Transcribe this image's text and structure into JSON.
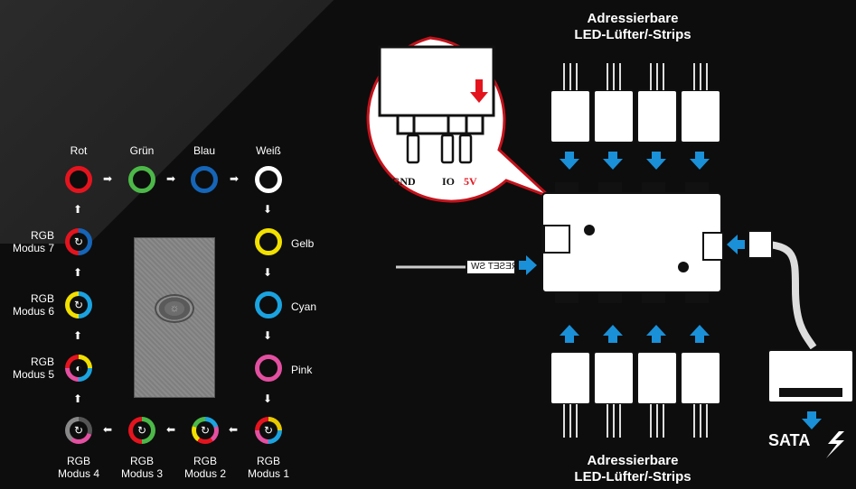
{
  "colors": {
    "red": "#e4141e",
    "green": "#4cb848",
    "blue": "#1565b8",
    "white": "#ffffff",
    "yellow": "#f2e000",
    "cyan": "#1aa3e0",
    "pink": "#e34fa1",
    "accent_blue": "#1a90d8"
  },
  "top_row": [
    {
      "label": "Rot",
      "color": "#e4141e"
    },
    {
      "label": "Grün",
      "color": "#4cb848"
    },
    {
      "label": "Blau",
      "color": "#1565b8"
    },
    {
      "label": "Weiß",
      "color": "#ffffff"
    }
  ],
  "right_col": [
    {
      "label": "Gelb",
      "color": "#f2e000"
    },
    {
      "label": "Cyan",
      "color": "#1aa3e0"
    },
    {
      "label": "Pink",
      "color": "#e34fa1"
    }
  ],
  "left_col": [
    {
      "label_line1": "RGB",
      "label_line2": "Modus 7"
    },
    {
      "label_line1": "RGB",
      "label_line2": "Modus 6"
    },
    {
      "label_line1": "RGB",
      "label_line2": "Modus 5"
    }
  ],
  "bottom_row": [
    {
      "label_line1": "RGB",
      "label_line2": "Modus 4"
    },
    {
      "label_line1": "RGB",
      "label_line2": "Modus 3"
    },
    {
      "label_line1": "RGB",
      "label_line2": "Modus 2"
    },
    {
      "label_line1": "RGB",
      "label_line2": "Modus 1"
    }
  ],
  "top_title": {
    "line1": "Adressierbare",
    "line2": "LED-Lüfter/-Strips"
  },
  "bottom_title": {
    "line1": "Adressierbare",
    "line2": "LED-Lüfter/-Strips"
  },
  "zoom": {
    "gnd": "GND",
    "io": "IO",
    "v5": "5V"
  },
  "reset_label": "RESET SW",
  "sata_label": "SATA"
}
